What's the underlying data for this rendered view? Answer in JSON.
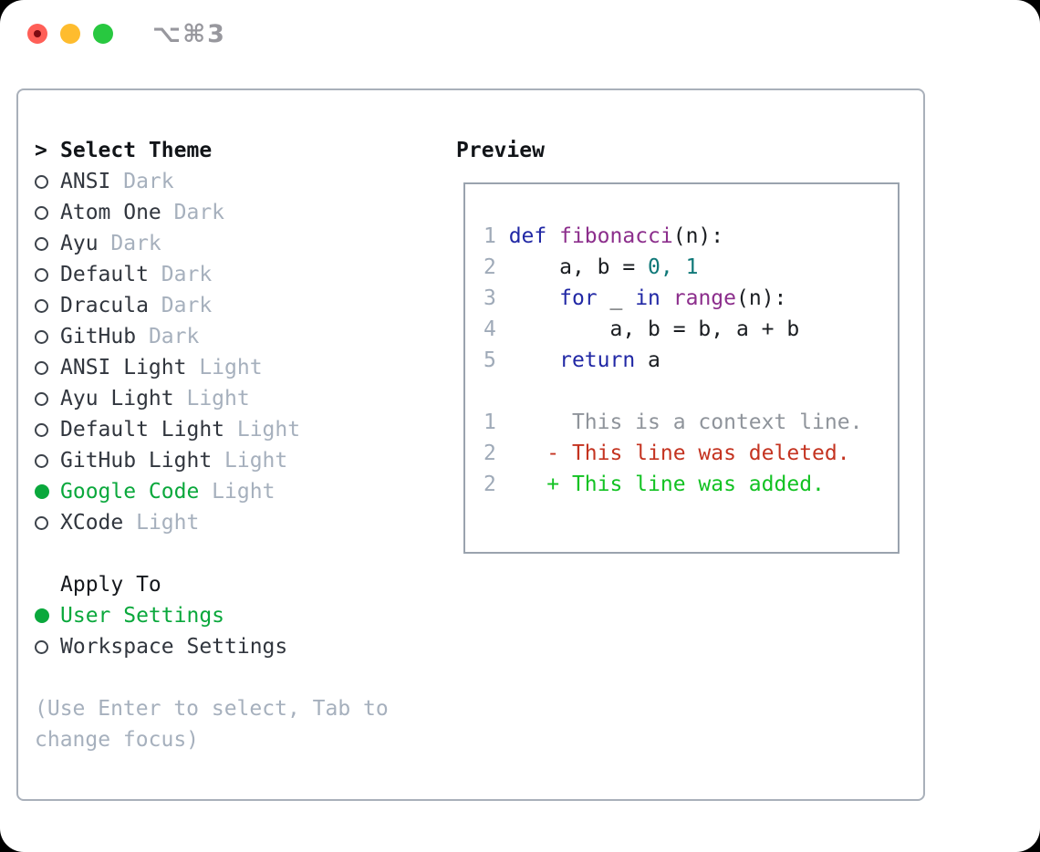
{
  "titlebar": {
    "title": "⌥⌘3"
  },
  "theme_panel": {
    "header": "Select Theme",
    "header_marker": ">",
    "themes": [
      {
        "name": "ANSI",
        "variant": "Dark",
        "selected": false
      },
      {
        "name": "Atom One",
        "variant": "Dark",
        "selected": false
      },
      {
        "name": "Ayu",
        "variant": "Dark",
        "selected": false
      },
      {
        "name": "Default",
        "variant": "Dark",
        "selected": false
      },
      {
        "name": "Dracula",
        "variant": "Dark",
        "selected": false
      },
      {
        "name": "GitHub",
        "variant": "Dark",
        "selected": false
      },
      {
        "name": "ANSI Light",
        "variant": "Light",
        "selected": false
      },
      {
        "name": "Ayu Light",
        "variant": "Light",
        "selected": false
      },
      {
        "name": "Default Light",
        "variant": "Light",
        "selected": false
      },
      {
        "name": "GitHub Light",
        "variant": "Light",
        "selected": false
      },
      {
        "name": "Google Code",
        "variant": "Light",
        "selected": true
      },
      {
        "name": "XCode",
        "variant": "Light",
        "selected": false
      }
    ],
    "apply_to": {
      "header": "Apply To",
      "options": [
        {
          "name": "User Settings",
          "selected": true
        },
        {
          "name": "Workspace Settings",
          "selected": false
        }
      ]
    },
    "hint_lines": [
      "(Use Enter to select, Tab to",
      "change focus)"
    ]
  },
  "preview": {
    "header": "Preview",
    "lines": [
      [
        [
          "1 ",
          "ln"
        ],
        [
          "def",
          "kw"
        ],
        [
          " "
        ],
        [
          "fibonacci",
          "fn"
        ],
        [
          "(n):"
        ]
      ],
      [
        [
          "2 ",
          "ln"
        ],
        [
          "    a, b = "
        ],
        [
          "0, 1",
          "lit"
        ]
      ],
      [
        [
          "3 ",
          "ln"
        ],
        [
          "    "
        ],
        [
          "for",
          "kw"
        ],
        [
          " _ "
        ],
        [
          "in",
          "kw"
        ],
        [
          " "
        ],
        [
          "range",
          "fn"
        ],
        [
          "(n):"
        ]
      ],
      [
        [
          "4 ",
          "ln"
        ],
        [
          "        a, b = b, a + b"
        ]
      ],
      [
        [
          "5 ",
          "ln"
        ],
        [
          "    "
        ],
        [
          "return",
          "kw"
        ],
        [
          " a"
        ]
      ],
      [
        [
          ""
        ]
      ],
      [
        [
          "1 ",
          "ln"
        ],
        [
          "     This is a context line.",
          "ctx"
        ]
      ],
      [
        [
          "2 ",
          "ln"
        ],
        [
          "   - This line was deleted.",
          "del"
        ]
      ],
      [
        [
          "2 ",
          "ln"
        ],
        [
          "   + This line was added.",
          "add"
        ]
      ]
    ]
  },
  "colors": {
    "accent": "#0aa83c",
    "kw": "#2128a5",
    "fn": "#8c2e8c",
    "lit": "#0f7878",
    "del": "#c43320",
    "add": "#12c222",
    "ctx": "#8f949b",
    "ln": "#9faab8",
    "muted": "#a6b0bd",
    "text": "#31363e",
    "codeplain": "#1a1d21",
    "header": "#111418",
    "winborder": "#a9b0ba",
    "boxborder": "#9aa3ae",
    "tred": "#ff5f57",
    "tyellow": "#febc2e",
    "tgreen": "#28c840",
    "tbar": "#98989e"
  }
}
